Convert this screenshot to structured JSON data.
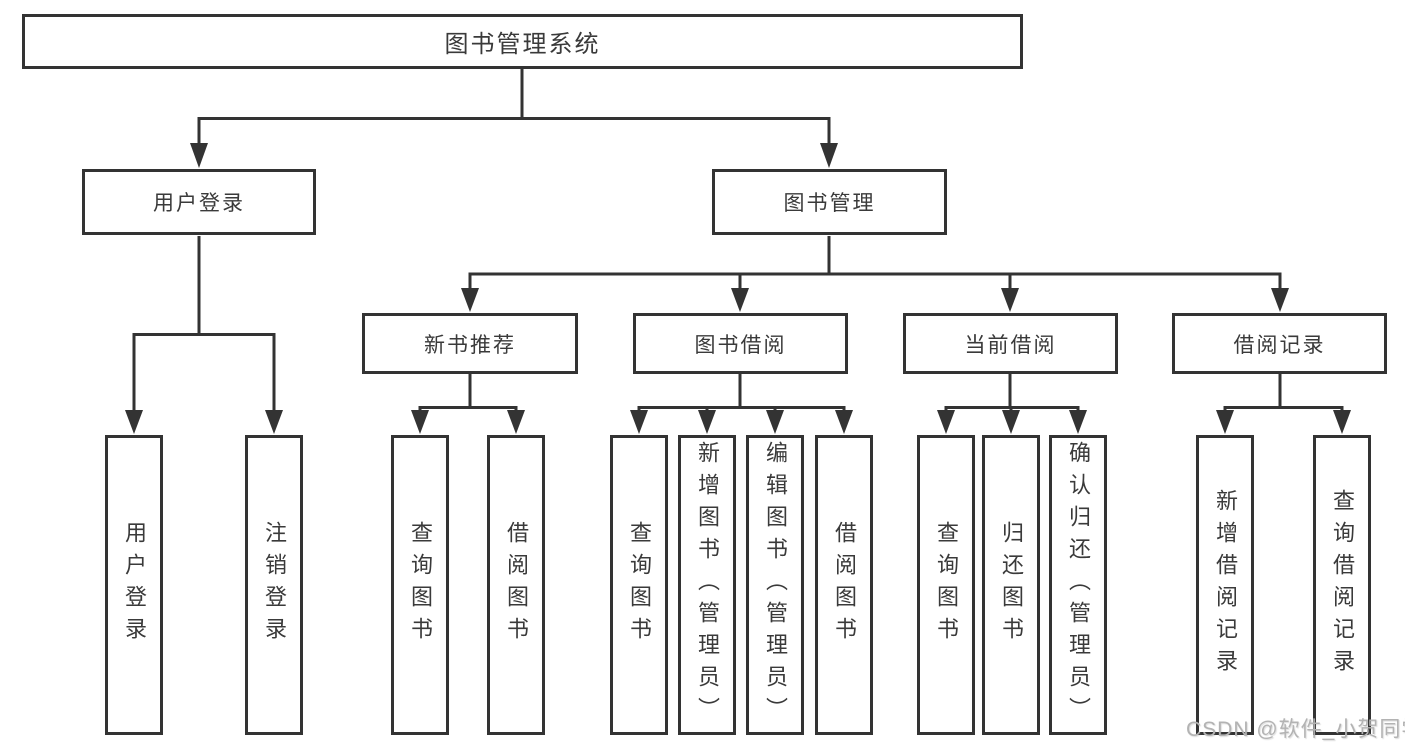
{
  "diagram": {
    "root": {
      "label": "图书管理系统"
    },
    "level2": {
      "user_login": {
        "label": "用户登录"
      },
      "book_management": {
        "label": "图书管理"
      }
    },
    "level3": {
      "new_book_recommend": {
        "label": "新书推荐"
      },
      "book_borrow": {
        "label": "图书借阅"
      },
      "current_borrow": {
        "label": "当前借阅"
      },
      "borrow_records": {
        "label": "借阅记录"
      }
    },
    "level4": {
      "user_login_children": [
        "用户登录",
        "注销登录"
      ],
      "new_book_recommend_children": [
        "查询图书",
        "借阅图书"
      ],
      "book_borrow_children": [
        "查询图书",
        "新增图书（管理员）",
        "编辑图书（管理员）",
        "借阅图书"
      ],
      "current_borrow_children": [
        "查询图书",
        "归还图书",
        "确认归还（管理员）"
      ],
      "borrow_records_children": [
        "新增借阅记录",
        "查询借阅记录"
      ]
    }
  },
  "watermark": {
    "text": "CSDN @软件_小贺同学"
  },
  "colors": {
    "line": "#333333",
    "box_border": "#333333",
    "text": "#3a3a3a",
    "watermark": "#b3b3b3",
    "background": "#ffffff"
  }
}
